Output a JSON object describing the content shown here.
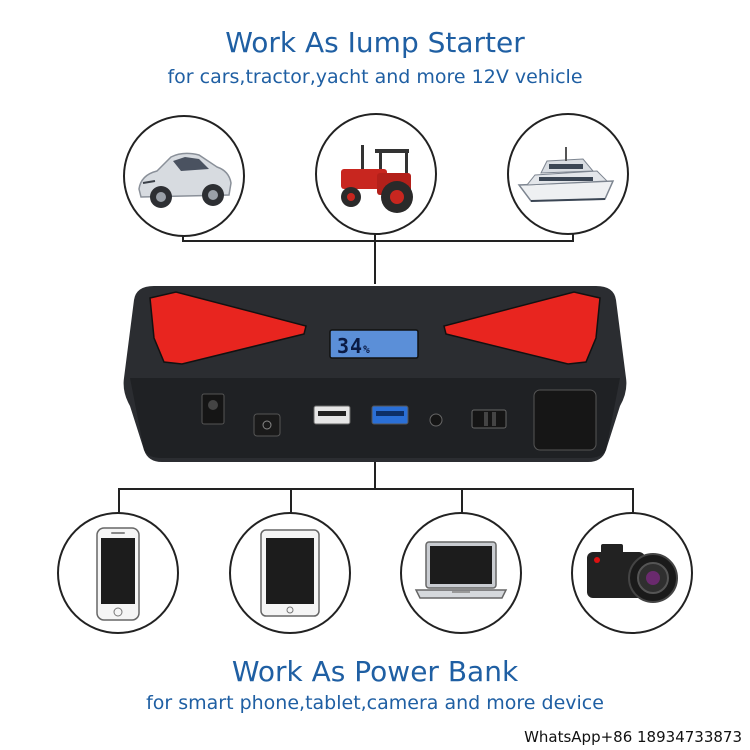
{
  "header": {
    "title": "Work As Iump Starter",
    "subtitle": "for cars,tractor,yacht and more 12V vehicle"
  },
  "footer": {
    "title": "Work As Power Bank",
    "subtitle": "for smart phone,tablet,camera and more device"
  },
  "device": {
    "lcd_value": "34",
    "lcd_unit": "%"
  },
  "vehicles": [
    {
      "icon": "car-icon"
    },
    {
      "icon": "tractor-icon"
    },
    {
      "icon": "yacht-icon"
    }
  ],
  "devices": [
    {
      "icon": "smartphone-icon"
    },
    {
      "icon": "tablet-icon"
    },
    {
      "icon": "laptop-icon"
    },
    {
      "icon": "camera-icon"
    }
  ],
  "contact": "WhatsApp+86 18934733873",
  "colors": {
    "title_blue": "#1f5fa3",
    "device_red": "#e8251f",
    "device_body": "#2b2d31",
    "usb_blue": "#2a6fd6",
    "lcd_blue": "#5b8fd8"
  }
}
